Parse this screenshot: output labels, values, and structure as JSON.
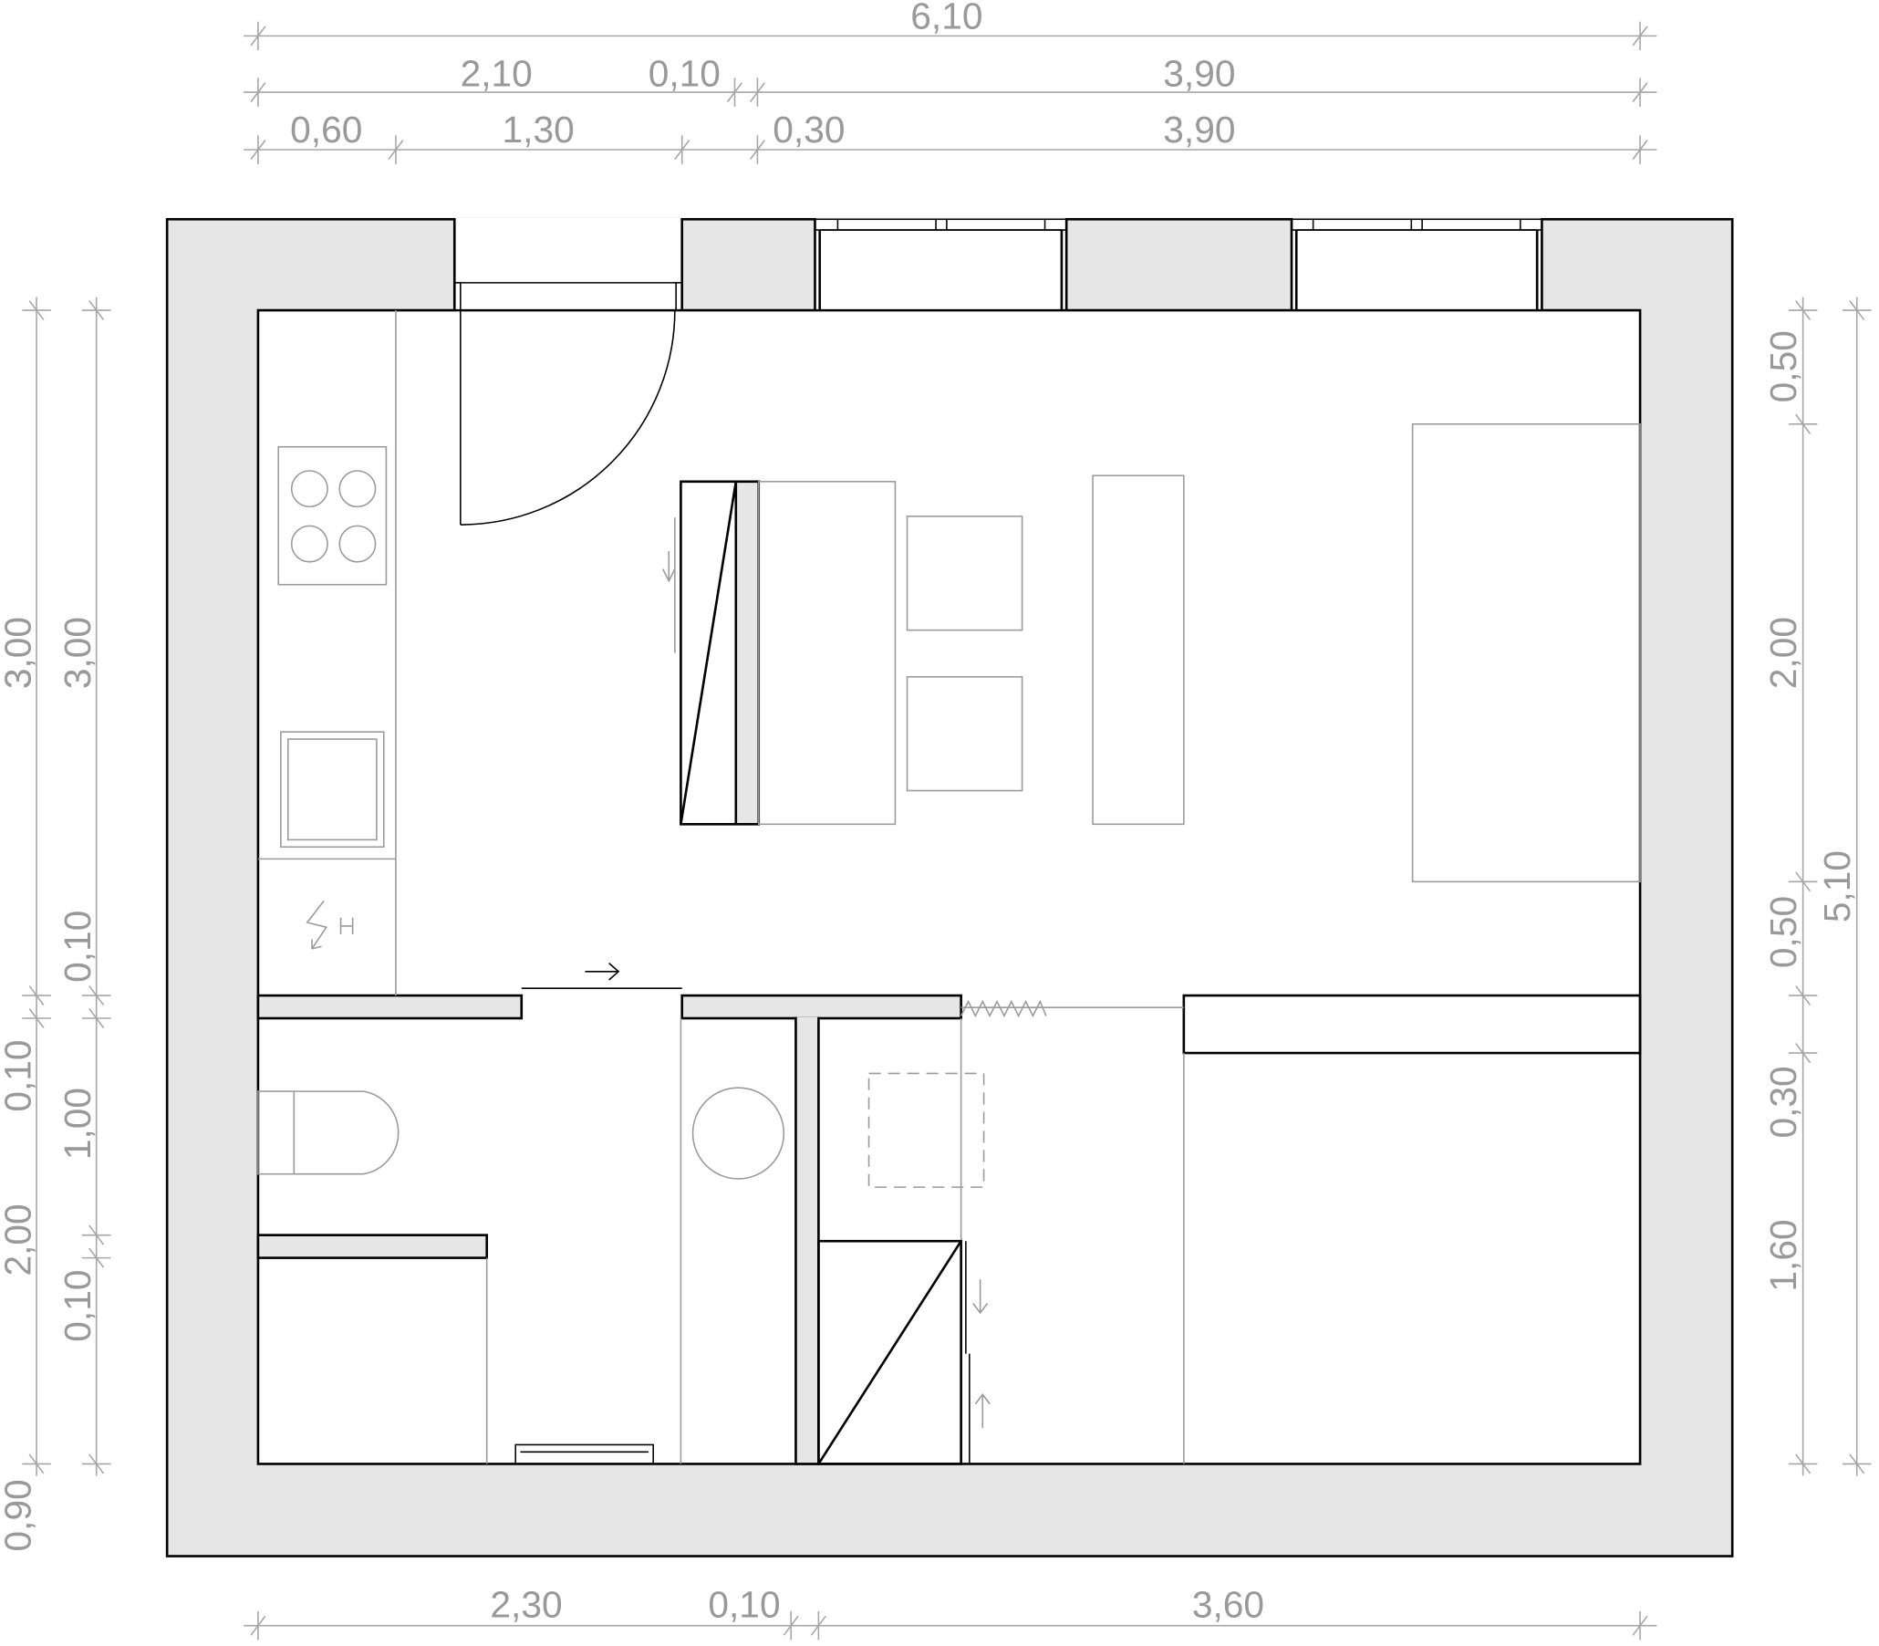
{
  "title": "Apartment floor plan",
  "dimensions": {
    "top": {
      "row1": [
        "6,10"
      ],
      "row2": [
        "2,10",
        "0,10",
        "3,90"
      ],
      "row3": [
        "0,60",
        "1,30",
        "0,30",
        "3,90"
      ]
    },
    "left": {
      "outer": [
        "3,00",
        "0,10",
        "2,00",
        "0,90"
      ],
      "inner": [
        "3,00",
        "0,10",
        "1,00",
        "0,10"
      ]
    },
    "right": {
      "inner": [
        "0,50",
        "2,00",
        "0,50",
        "0,30",
        "1,60"
      ],
      "outer": [
        "5,10"
      ]
    },
    "bottom": [
      "2,30",
      "0,10",
      "3,60"
    ]
  },
  "colors": {
    "wall_fill": "#e6e6e6",
    "dimension": "#999999"
  }
}
